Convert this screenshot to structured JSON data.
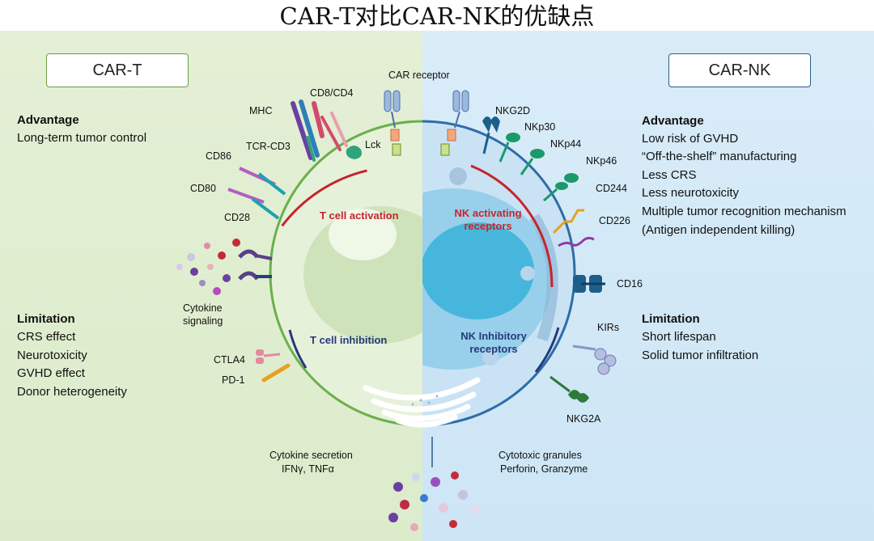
{
  "title": "CAR-T对比CAR-NK的优缺点",
  "colors": {
    "left_bg": "#e2eed3",
    "right_bg": "#d5eaf7",
    "t_cell_membrane": "#6ab04c",
    "nk_cell_membrane": "#2e6ca8",
    "activation": "#c6242b",
    "inhibition": "#253a7a"
  },
  "car_t": {
    "box_label": "CAR-T",
    "advantage_heading": "Advantage",
    "advantages": [
      "Long-term tumor control"
    ],
    "limitation_heading": "Limitation",
    "limitations": [
      "CRS effect",
      "Neurotoxicity",
      "GVHD effect",
      "Donor heterogeneity"
    ]
  },
  "car_nk": {
    "box_label": "CAR-NK",
    "advantage_heading": "Advantage",
    "advantages": [
      "Low risk of GVHD",
      "“Off-the-shelf” manufacturing",
      "Less CRS",
      "Less neurotoxicity",
      "Multiple tumor recognition mechanism",
      "(Antigen independent killing)"
    ],
    "limitation_heading": "Limitation",
    "limitations": [
      "Short lifespan",
      "Solid tumor infiltration"
    ]
  },
  "diagram": {
    "car_receptor": "CAR receptor",
    "t_labels": {
      "mhc": "MHC",
      "cd8_cd4": "CD8/CD4",
      "tcr_cd3": "TCR-CD3",
      "lck": "Lck",
      "cd86": "CD86",
      "cd80": "CD80",
      "cd28": "CD28",
      "cytokine_signaling_1": "Cytokine",
      "cytokine_signaling_2": "signaling",
      "ctla4": "CTLA4",
      "pd1": "PD-1",
      "t_activation": "T cell activation",
      "t_inhibition": "T cell inhibition",
      "secretion_1": "Cytokine secretion",
      "secretion_2": "IFNγ, TNFα"
    },
    "nk_labels": {
      "nkg2d": "NKG2D",
      "nkp30": "NKp30",
      "nkp44": "NKp44",
      "nkp46": "NKp46",
      "cd244": "CD244",
      "cd226": "CD226",
      "cd16": "CD16",
      "kirs": "KIRs",
      "nkg2a": "NKG2A",
      "nk_activating_1": "NK activating",
      "nk_activating_2": "receptors",
      "nk_inhibitory_1": "NK Inhibitory",
      "nk_inhibitory_2": "receptors",
      "granules_1": "Cytotoxic granules",
      "granules_2": "Perforin, Granzyme"
    }
  }
}
